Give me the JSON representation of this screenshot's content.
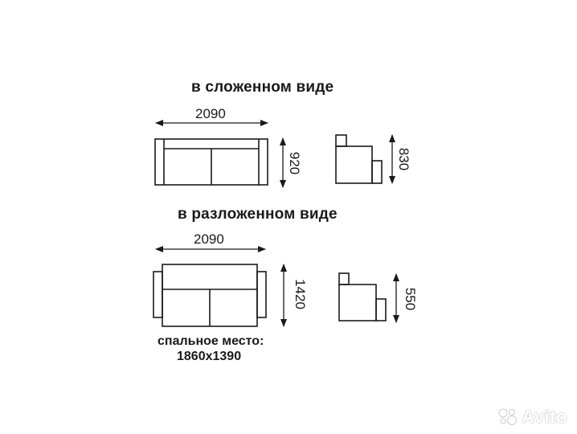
{
  "folded": {
    "heading": "в сложенном виде",
    "width_label": "2090",
    "depth_label": "920",
    "height_label": "830"
  },
  "unfolded": {
    "heading": "в разложенном виде",
    "width_label": "2090",
    "depth_label": "1420",
    "height_label": "550"
  },
  "berth": {
    "label": "спальное место:",
    "size": "1860x1390"
  },
  "watermark": {
    "text": "Avito",
    "icon": "avito-dots-icon"
  },
  "colors": {
    "line": "#1a1a1a",
    "background": "#ffffff"
  }
}
